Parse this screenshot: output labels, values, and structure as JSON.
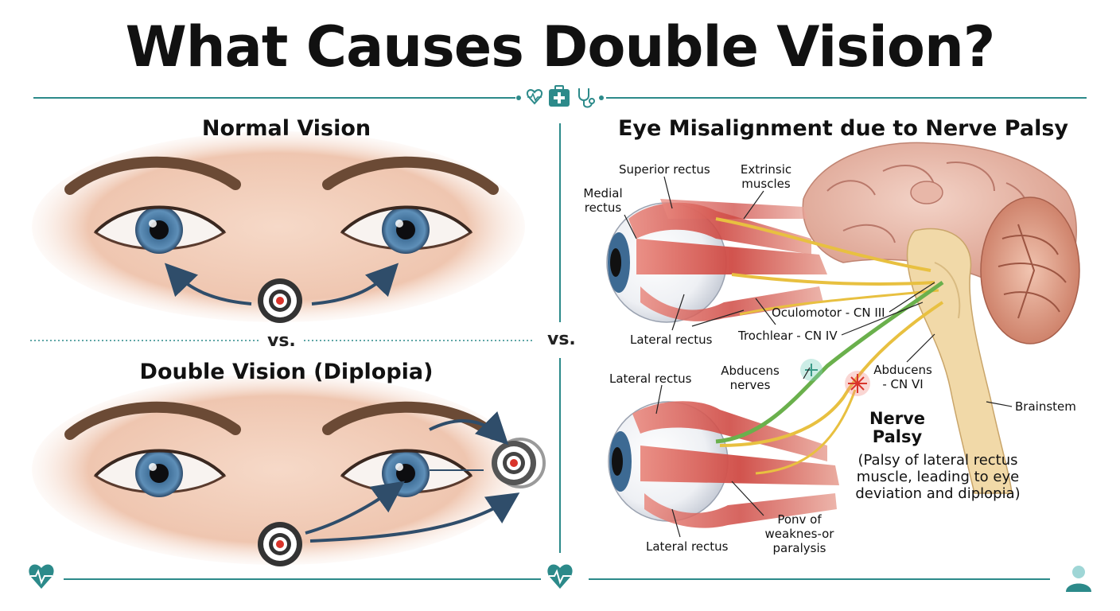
{
  "header": {
    "title": "What Causes Double Vision?"
  },
  "left_panel": {
    "normal": {
      "title": "Normal Vision"
    },
    "separator": {
      "label": "vs."
    },
    "double": {
      "title": "Double Vision (Diplopia)"
    }
  },
  "center_separator": {
    "label": "vs."
  },
  "right_panel": {
    "title": "Eye Misalignment due to Nerve Palsy",
    "labels": {
      "superior_rectus": "Superior rectus",
      "extrinsic_1": "Extrinsic",
      "extrinsic_2": "muscles",
      "medial_1": "Medial",
      "medial_2": "rectus",
      "lateral_rectus_top": "Lateral rectus",
      "oculomotor": "Oculomotor - CN III",
      "trochlear": "Trochlear - CN IV",
      "lateral_rectus_mid": "Lateral rectus",
      "abducens_nerves_1": "Abducens",
      "abducens_nerves_2": "nerves",
      "abducens_cn_1": "Abducens",
      "abducens_cn_2": "- CN VI",
      "brainstem": "Brainstem",
      "nerve_palsy_1": "Nerve",
      "nerve_palsy_2": "Palsy",
      "palsy_desc_1": "(Palsy of lateral rectus",
      "palsy_desc_2": "muscle, leading to eye",
      "palsy_desc_3": "deviation and diplopia)",
      "ponv_1": "Ponv of",
      "ponv_2": "weaknes-or",
      "ponv_3": "paralysis",
      "lateral_rectus_bottom": "Lateral rectus"
    }
  },
  "icons": {
    "header": [
      "heart-pulse-icon",
      "medical-kit-icon",
      "stethoscope-icon"
    ],
    "footer": [
      "heart-pulse-icon",
      "heart-pulse-icon",
      "doctor-icon"
    ]
  },
  "colors": {
    "teal": "#2c8a8a",
    "muscle": "#d9534f",
    "nerve_yellow": "#e8c040",
    "nerve_green": "#6ab04c",
    "iris": "#4f7fa8",
    "skin": "#f2cdb8",
    "brain": "#e9b8a8",
    "target_red": "#d9342b"
  }
}
